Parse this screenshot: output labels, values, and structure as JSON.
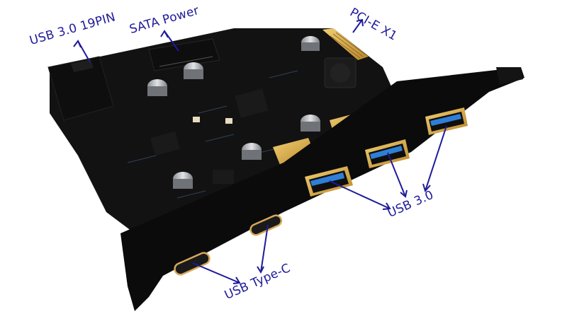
{
  "image": {
    "subject": "PCI-E to USB 3.0 expansion card with USB Type-C ports",
    "background": "#ffffff",
    "annotation_color": "#1f1a9a"
  },
  "labels": {
    "usb_header": "USB 3.0 19PIN",
    "sata_power": "SATA Power",
    "pcie": "PCI-E X1",
    "usb3": "USB 3.0",
    "usbc": "USB Type-C"
  },
  "colors": {
    "pcb": "#111111",
    "bracket": "#0b0b0b",
    "gold": "#d9a93a",
    "usb_blue": "#2f7fd6",
    "capacitor": "#b9bcc0"
  }
}
